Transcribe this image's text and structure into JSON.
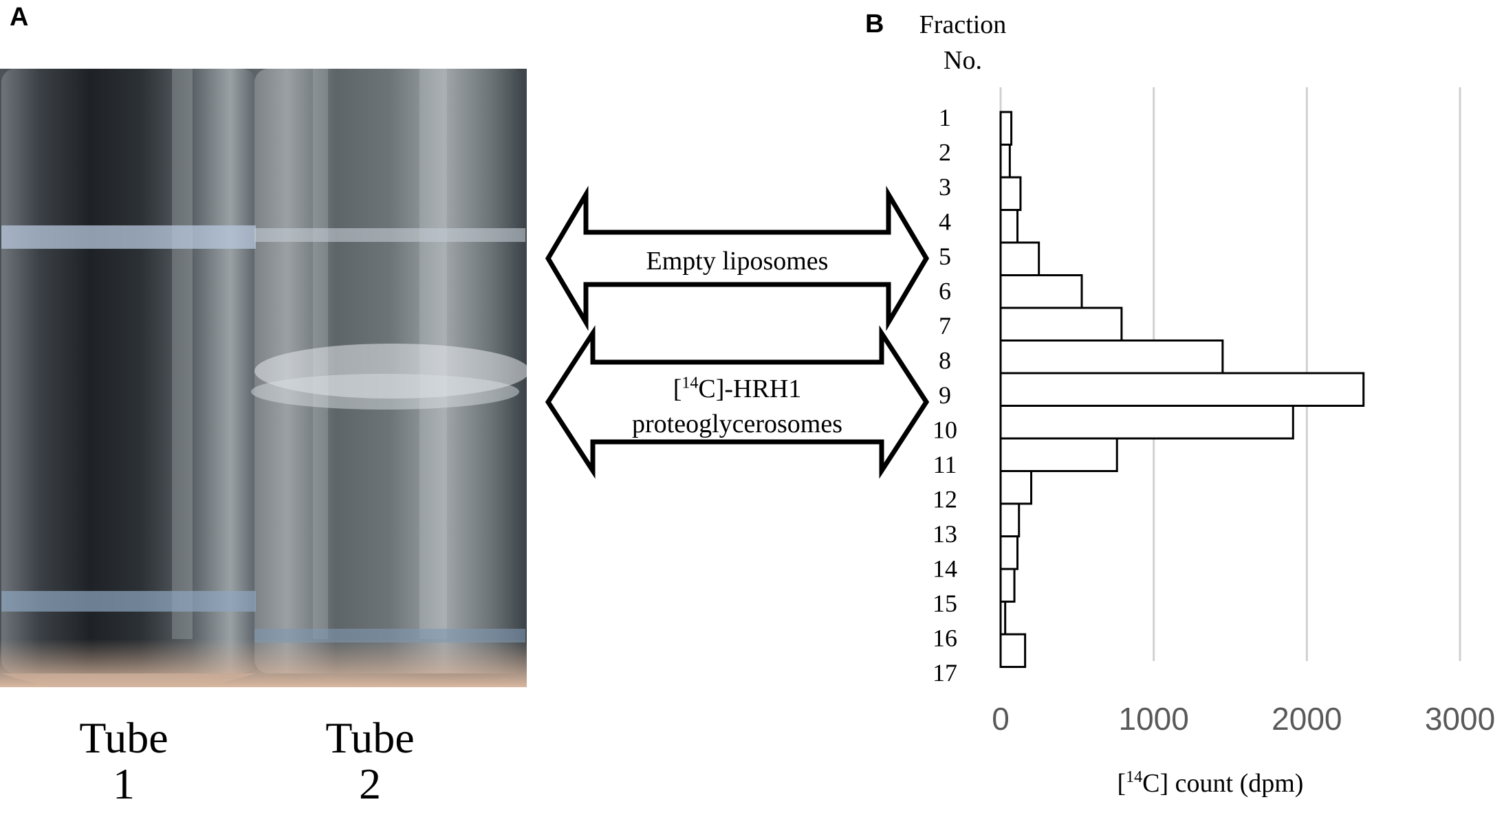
{
  "panel_a": {
    "letter": "A",
    "tube1": {
      "line1": "Tube",
      "line2": "1"
    },
    "tube2": {
      "line1": "Tube",
      "line2": "2"
    }
  },
  "panel_b": {
    "letter": "B"
  },
  "arrows": {
    "empty": "Empty liposomes",
    "hrh1_sup": "14",
    "hrh1_prefix": "[",
    "hrh1_suffix": "C]-HRH1",
    "hrh1_line2": "proteoglycerosomes"
  },
  "colors": {
    "bar_fill": "#ffffff",
    "bar_stroke": "#000000",
    "grid": "#d0d0d0",
    "tick_text": "#595959"
  },
  "chart_data": {
    "type": "bar",
    "orientation": "horizontal",
    "ylabel_line1": "Fraction",
    "ylabel_line2": "No.",
    "xlabel_prefix": "[",
    "xlabel_sup": "14",
    "xlabel_suffix": "C] count (dpm)",
    "categories": [
      "1",
      "2",
      "3",
      "4",
      "5",
      "6",
      "7",
      "8",
      "9",
      "10",
      "11",
      "12",
      "13",
      "14",
      "15",
      "16",
      "17"
    ],
    "values": [
      70,
      60,
      130,
      110,
      250,
      530,
      790,
      1450,
      2370,
      1910,
      760,
      200,
      120,
      110,
      90,
      30,
      160
    ],
    "xlim": [
      0,
      3000
    ],
    "xticks": [
      "0",
      "1000",
      "2000",
      "3000"
    ],
    "grid": true
  }
}
